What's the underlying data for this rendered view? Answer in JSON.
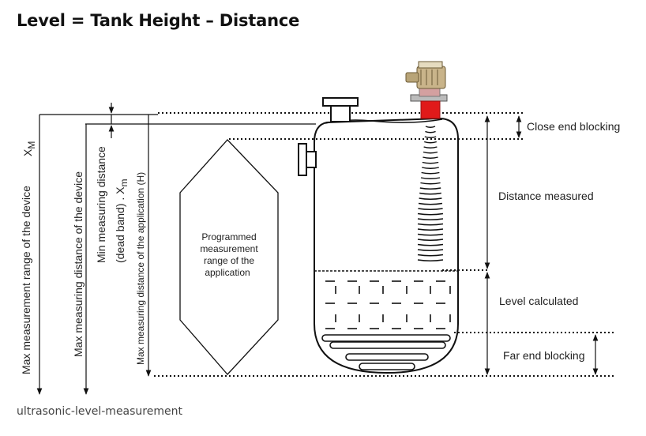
{
  "title": "Level = Tank Height – Distance",
  "caption": "ultrasonic-level-measurement",
  "labels": {
    "close_end_blocking": "Close end blocking",
    "distance_measured": "Distance measured",
    "level_calculated": "Level calculated",
    "far_end_blocking": "Far end blocking",
    "programmed_range": [
      "Programmed",
      "measurement",
      "range of the",
      "application"
    ],
    "max_range_device": "Max measurement range of the device",
    "xm_upper": "X",
    "xm_upper_sub": "M",
    "max_distance_device": "Max measuring distance of the device",
    "min_distance": "Min measuring distance",
    "dead_band": "(dead band) . X",
    "dead_band_sub": "m",
    "max_distance_application": "Max measuring distance of the application (H)"
  },
  "colors": {
    "sensor_red": "#e01a1a",
    "sensor_body": "#c9b48a",
    "line": "#111111"
  }
}
